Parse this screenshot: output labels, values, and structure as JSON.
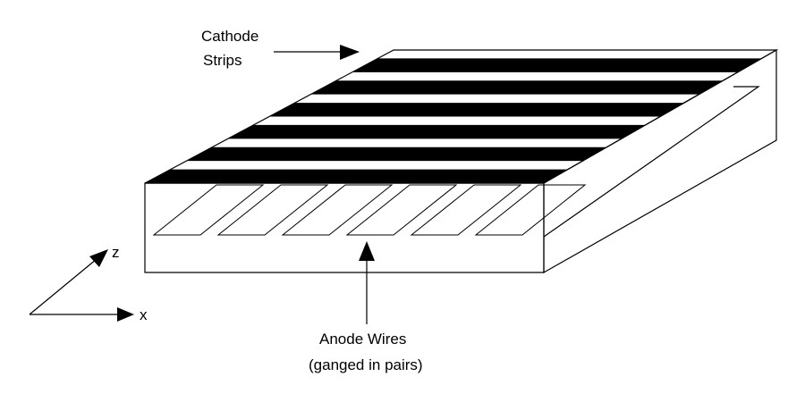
{
  "labels": {
    "cathode_line1": "Cathode",
    "cathode_line2": "Strips",
    "anode_line1": "Anode Wires",
    "anode_line2": "(ganged in pairs)",
    "axis_z": "z",
    "axis_x": "x"
  },
  "diagram": {
    "cathode_strip_count": 6,
    "anode_wire_count": 6
  }
}
